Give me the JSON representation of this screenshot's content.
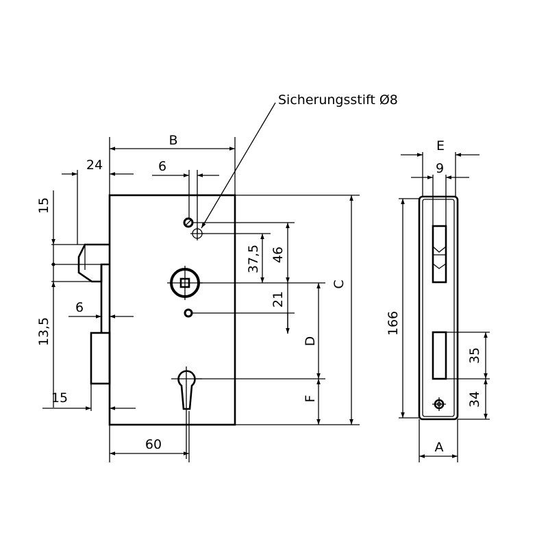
{
  "annotation": "Sicherungsstift Ø8",
  "front_view": {
    "dim_B": "B",
    "dim_24": "24",
    "dim_6_top": "6",
    "dim_15_left": "15",
    "dim_13_5": "13,5",
    "dim_6_mid": "6",
    "dim_15_bottom": "15",
    "dim_60": "60",
    "dim_37_5": "37,5",
    "dim_46": "46",
    "dim_21": "21",
    "dim_D": "D",
    "dim_F": "F",
    "dim_C": "C"
  },
  "side_view": {
    "dim_E": "E",
    "dim_9": "9",
    "dim_166": "166",
    "dim_35": "35",
    "dim_34": "34",
    "dim_A": "A"
  }
}
